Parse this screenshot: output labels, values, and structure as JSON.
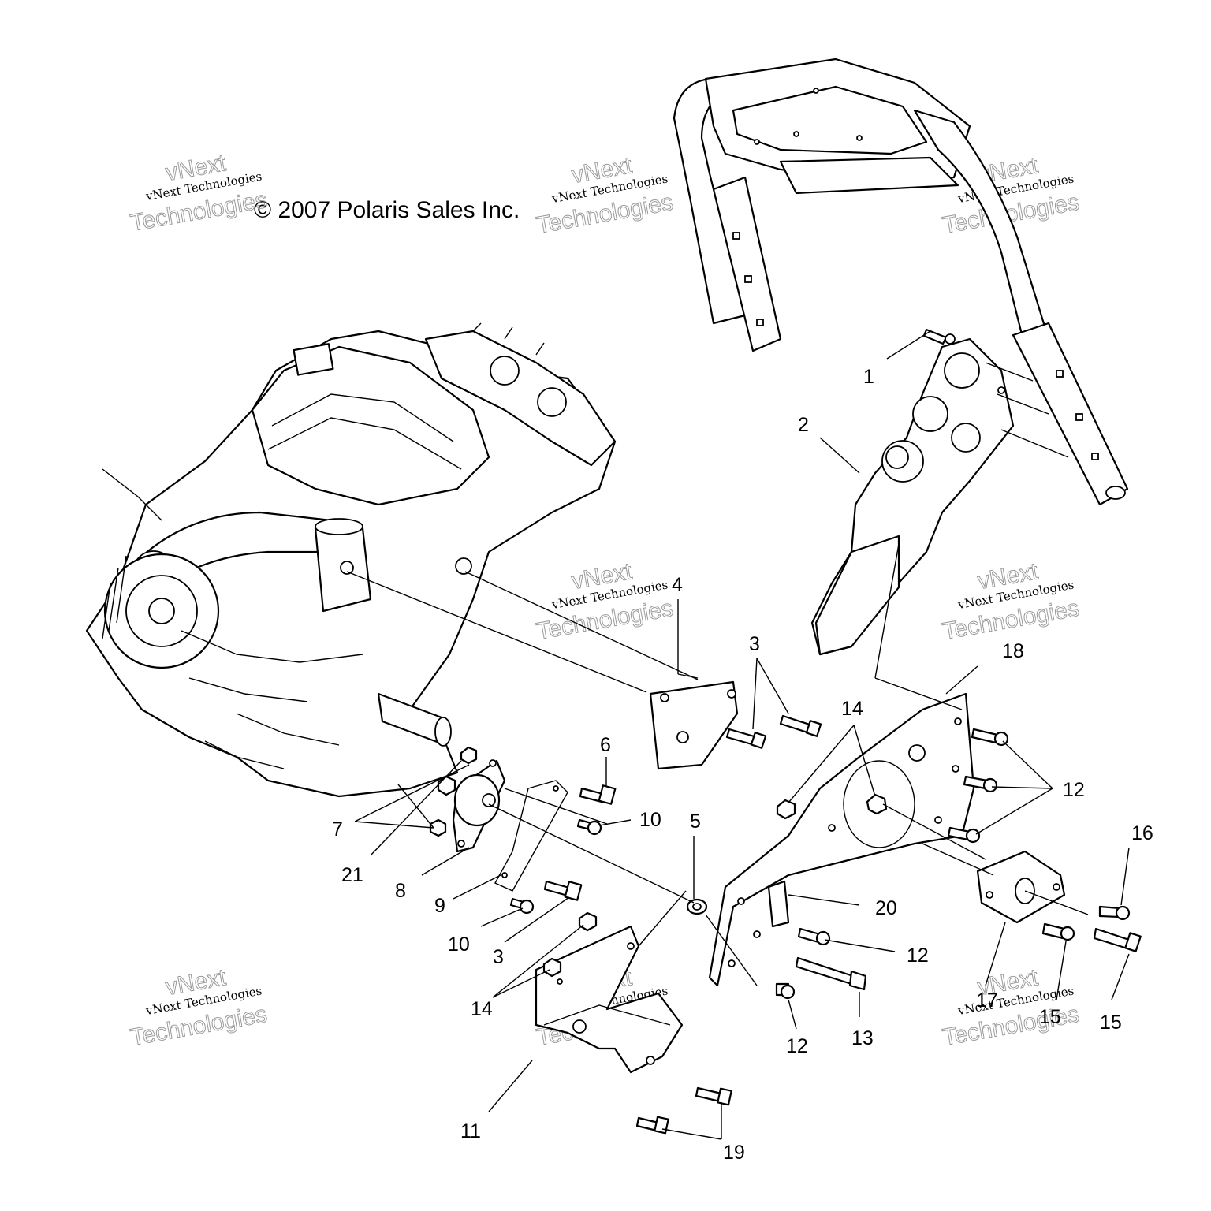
{
  "copyright": "© 2007 Polaris Sales Inc.",
  "watermark": {
    "line1": "vNext Technologies",
    "line2": "vNext",
    "line3": "Technologies"
  },
  "callouts": {
    "c1": "1",
    "c2": "2",
    "c3a": "3",
    "c3b": "3",
    "c4": "4",
    "c5": "5",
    "c6": "6",
    "c7": "7",
    "c8": "8",
    "c9": "9",
    "c10a": "10",
    "c10b": "10",
    "c11": "11",
    "c12a": "12",
    "c12b": "12",
    "c12c": "12",
    "c13": "13",
    "c14a": "14",
    "c14b": "14",
    "c15": "15",
    "c16": "16",
    "c17": "17",
    "c18": "18",
    "c19": "19",
    "c20": "20",
    "c21": "21",
    "c15b": "15"
  }
}
